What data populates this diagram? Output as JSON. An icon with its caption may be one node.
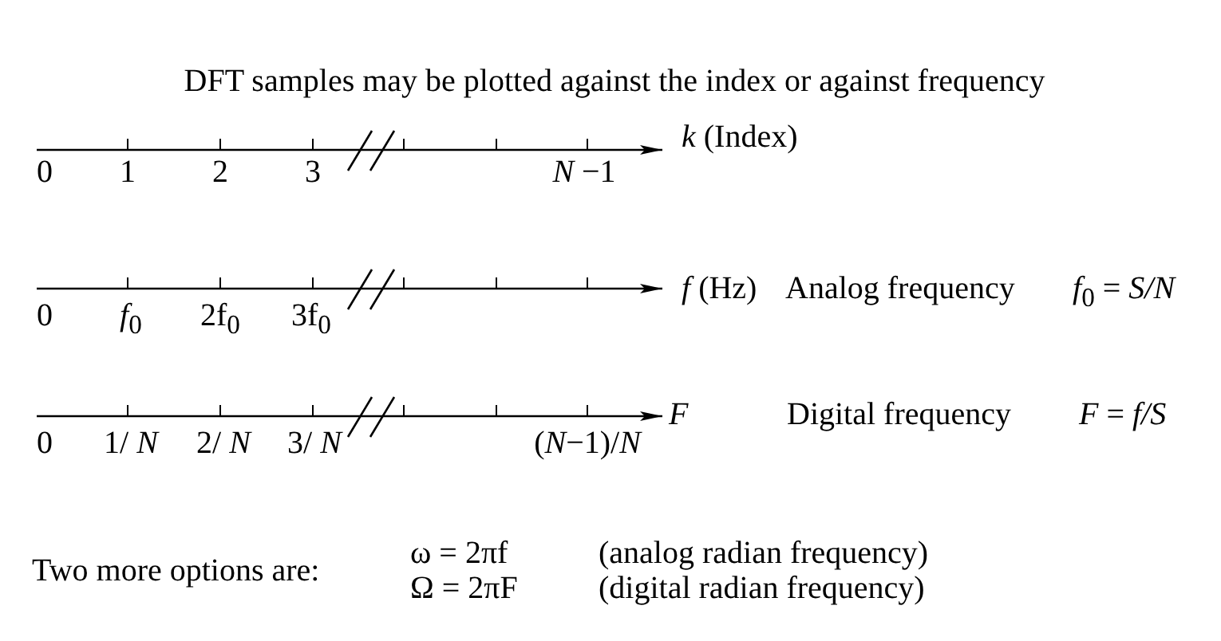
{
  "diagram": {
    "title": "DFT samples may be plotted against the index or against frequency",
    "labels": [
      "0",
      "1",
      "2",
      "3",
      "*N* −1",
      "*k* (Index)",
      "0",
      "*f*$_{0}$",
      "2f$_{0}$",
      "3f$_{0}$",
      "*f* (Hz)",
      "Analog frequency",
      "*f*$_{0}$ = *S/N*",
      "0",
      "1/ *N*",
      "2/ *N*",
      "3/ *N*",
      "(*N*−1)/*N*",
      "F",
      "Digital frequency",
      "*F* = *f/S*",
      "Two more options are:",
      "ω = 2πf",
      "(analog radian frequency)",
      "Ω = 2πF",
      "(digital radian frequency)"
    ]
  }
}
